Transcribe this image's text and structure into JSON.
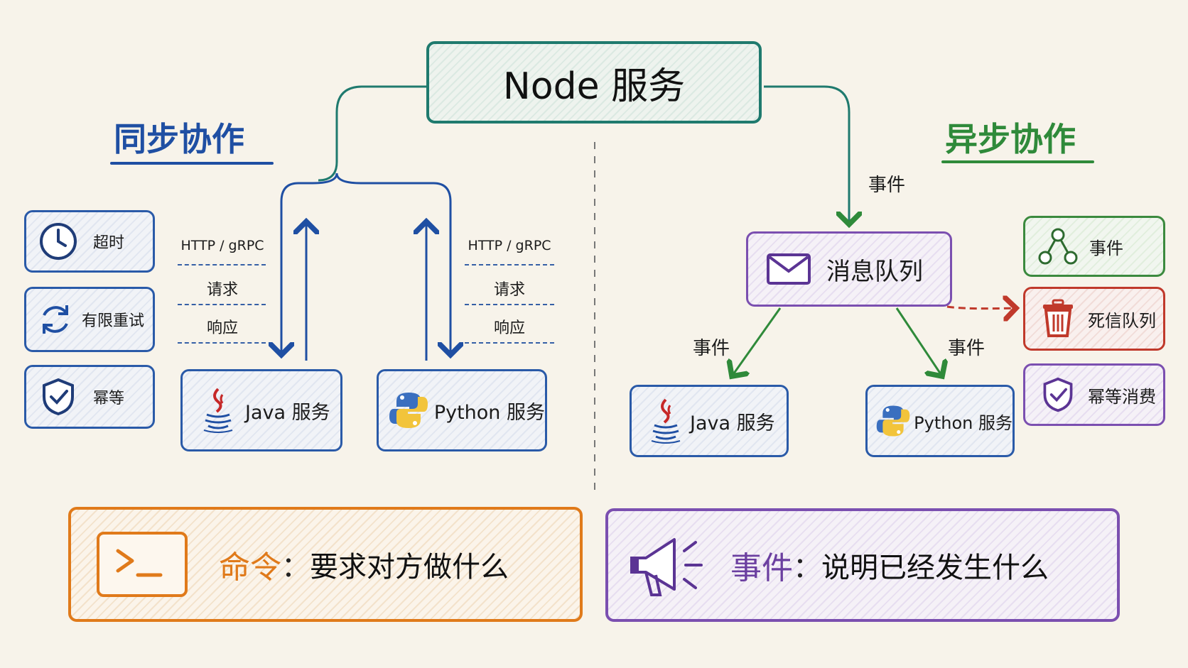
{
  "node": {
    "title": "Node 服务"
  },
  "sync": {
    "title": "同步协作",
    "color": "#1f4fa3",
    "features": [
      {
        "icon": "clock-icon",
        "label": "超时"
      },
      {
        "icon": "retry-icon",
        "label": "有限重试"
      },
      {
        "icon": "shield-check-icon",
        "label": "幂等"
      }
    ],
    "left_proto": {
      "protocol": "HTTP / gRPC",
      "request": "请求",
      "response": "响应"
    },
    "right_proto": {
      "protocol": "HTTP / gRPC",
      "request": "请求",
      "response": "响应"
    },
    "java": {
      "label": "Java 服务",
      "icon": "java-icon"
    },
    "python": {
      "label": "Python 服务",
      "icon": "python-icon"
    }
  },
  "async": {
    "title": "异步协作",
    "color": "#2f8a3a",
    "event_top": "事件",
    "queue": {
      "label": "消息队列",
      "icon": "envelope-icon"
    },
    "event_left": "事件",
    "event_right": "事件",
    "java": {
      "label": "Java 服务",
      "icon": "java-icon"
    },
    "python": {
      "label": "Python 服务",
      "icon": "python-icon"
    },
    "side": [
      {
        "icon": "event-nodes-icon",
        "label": "事件",
        "color": "#3b8a3e"
      },
      {
        "icon": "trash-icon",
        "label": "死信队列",
        "color": "#c0392b"
      },
      {
        "icon": "shield-check-icon",
        "label": "幂等消费",
        "color": "#6b3fa0"
      }
    ]
  },
  "bottom": {
    "command": {
      "keyword": "命令",
      "colon": "：",
      "text": "要求对方做什么",
      "color": "#e07a1a",
      "icon": "terminal-icon"
    },
    "event": {
      "keyword": "事件",
      "colon": "：",
      "text": "说明已经发生什么",
      "color": "#6b3fa0",
      "icon": "megaphone-icon"
    }
  }
}
